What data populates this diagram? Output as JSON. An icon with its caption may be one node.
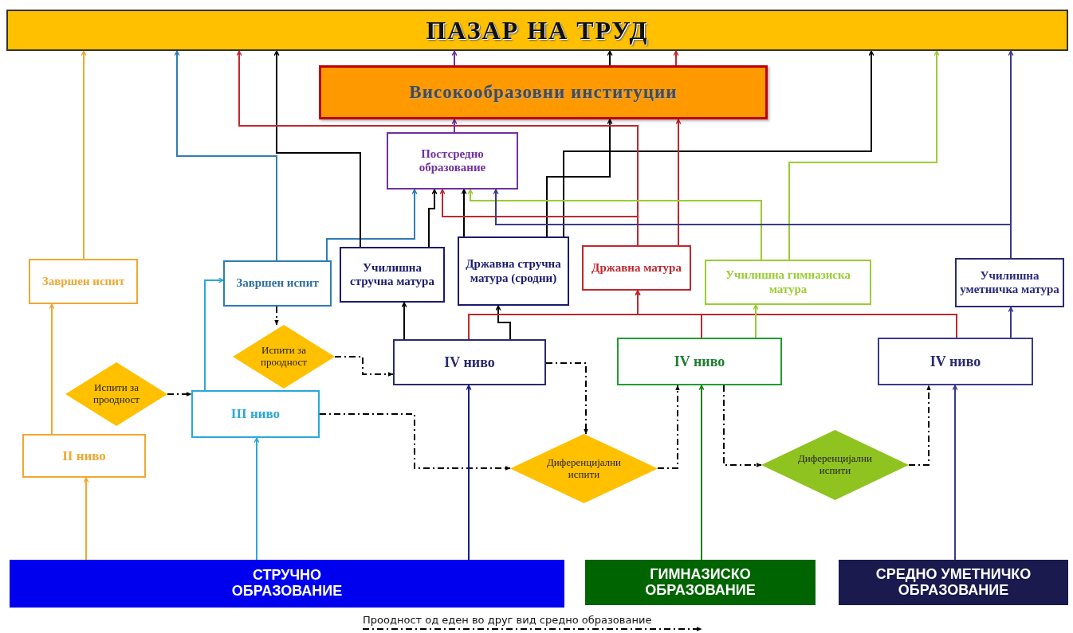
{
  "diagram": {
    "nodes": [
      {
        "text": [
          "ПАЗАР НА ТРУД"
        ]
      },
      {
        "text": [
          "Високообразовни институции"
        ]
      },
      {
        "text": [
          "Постсредно образование"
        ]
      },
      {
        "text": [
          "Завршен испит"
        ]
      },
      {
        "text": [
          "Завршен испит"
        ]
      },
      {
        "text": [
          "Училишна стручна матура"
        ]
      },
      {
        "text": [
          "Државна стручна матура (сродни)"
        ]
      },
      {
        "text": [
          "Државна матура"
        ]
      },
      {
        "text": [
          "Училишна гимназиска матура"
        ]
      },
      {
        "text": [
          "Училишна уметничка матура"
        ]
      },
      {
        "text": [
          "Испити за проодност"
        ]
      },
      {
        "text": [
          "II ниво"
        ]
      },
      {
        "text": [
          "Испити за проодност"
        ]
      },
      {
        "text": [
          "III ниво"
        ]
      },
      {
        "text": [
          "IV ниво"
        ]
      },
      {
        "text": [
          "IV ниво"
        ]
      },
      {
        "text": [
          "IV ниво"
        ]
      },
      {
        "text": [
          "Диференцијални испити"
        ]
      },
      {
        "text": [
          "Диференцијални испити"
        ]
      },
      {
        "text": [
          "СТРУЧНО ОБРАЗОВАНИЕ"
        ]
      },
      {
        "text": [
          "ГИМНАЗИСКО ОБРАЗОВАНИЕ"
        ]
      },
      {
        "text": [
          "СРЕДНО УМЕТНИЧКО ОБРАЗОВАНИЕ"
        ]
      }
    ],
    "edges": [
      {
        "from": 19,
        "to": 11,
        "arrow": "to",
        "color": "#f0a830"
      },
      {
        "from": 11,
        "to": 3,
        "arrow": "to",
        "color": "#f0a830"
      },
      {
        "from": 3,
        "to": 0,
        "arrow": "to",
        "color": "#f0a830"
      },
      {
        "from": 10,
        "to": 13,
        "arrow": "to",
        "style": "dashed"
      },
      {
        "from": 19,
        "to": 13,
        "arrow": "to",
        "color": "#29a8d8"
      },
      {
        "from": 13,
        "to": 4,
        "arrow": "to",
        "color": "#29a8d8"
      },
      {
        "from": 4,
        "to": 0,
        "arrow": "to",
        "color": "#2e7db5"
      },
      {
        "from": 4,
        "to": 2,
        "arrow": "to",
        "color": "#2e7db5"
      },
      {
        "from": 4,
        "to": 12,
        "arrow": "to",
        "style": "dashed"
      },
      {
        "from": 12,
        "to": 14,
        "arrow": "to",
        "style": "dashed"
      },
      {
        "from": 13,
        "to": 17,
        "arrow": "to",
        "style": "dashed"
      },
      {
        "from": 14,
        "to": 17,
        "arrow": "to",
        "style": "dashed"
      },
      {
        "from": 17,
        "to": 15,
        "arrow": "to",
        "style": "dashed"
      },
      {
        "from": 15,
        "to": 18,
        "arrow": "to",
        "style": "dashed"
      },
      {
        "from": 18,
        "to": 16,
        "arrow": "to",
        "style": "dashed"
      },
      {
        "from": 19,
        "to": 14,
        "arrow": "to",
        "color": "#1a1a8c"
      },
      {
        "from": 20,
        "to": 15,
        "arrow": "to",
        "color": "#1e7e1e"
      },
      {
        "from": 21,
        "to": 16,
        "arrow": "to",
        "color": "#3a3a8a"
      },
      {
        "from": 14,
        "to": 5,
        "arrow": "to"
      },
      {
        "from": 14,
        "to": 6,
        "arrow": "to"
      },
      {
        "from": 14,
        "to": 7,
        "arrow": "to",
        "color": "#c0282d"
      },
      {
        "from": 15,
        "to": 7,
        "arrow": "to",
        "color": "#c0282d"
      },
      {
        "from": 16,
        "to": 7,
        "arrow": "to",
        "color": "#c0282d"
      },
      {
        "from": 15,
        "to": 8,
        "arrow": "to",
        "color": "#9acd32"
      },
      {
        "from": 16,
        "to": 9,
        "arrow": "to",
        "color": "#3a3a8a"
      },
      {
        "from": 5,
        "to": 2,
        "arrow": "to"
      },
      {
        "from": 5,
        "to": 0,
        "arrow": "to"
      },
      {
        "from": 6,
        "to": 2,
        "arrow": "to"
      },
      {
        "from": 6,
        "to": 1,
        "arrow": "to"
      },
      {
        "from": 6,
        "to": 0,
        "arrow": "to"
      },
      {
        "from": 7,
        "to": 2,
        "arrow": "to",
        "color": "#c0282d"
      },
      {
        "from": 7,
        "to": 0,
        "arrow": "to",
        "color": "#c0282d"
      },
      {
        "from": 7,
        "to": 1,
        "arrow": "to",
        "color": "#c0282d"
      },
      {
        "from": 2,
        "to": 1,
        "arrow": "to",
        "color": "#7030a0"
      },
      {
        "from": 1,
        "to": 0,
        "arrow": "to",
        "color": "#7030a0"
      },
      {
        "from": 1,
        "to": 0,
        "arrow": "to"
      },
      {
        "from": 1,
        "to": 0,
        "arrow": "to",
        "color": "#c0282d"
      },
      {
        "from": 8,
        "to": 0,
        "arrow": "to",
        "color": "#9acd32"
      },
      {
        "from": 8,
        "to": 2,
        "arrow": "to",
        "color": "#9acd32"
      },
      {
        "from": 9,
        "to": 0,
        "arrow": "to",
        "color": "#3a3a8a"
      },
      {
        "from": 9,
        "to": 2,
        "arrow": "to",
        "color": "#3a3a8a"
      }
    ],
    "legend": [
      {
        "text": "Проодност од еден во друг вид средно образование"
      }
    ]
  }
}
